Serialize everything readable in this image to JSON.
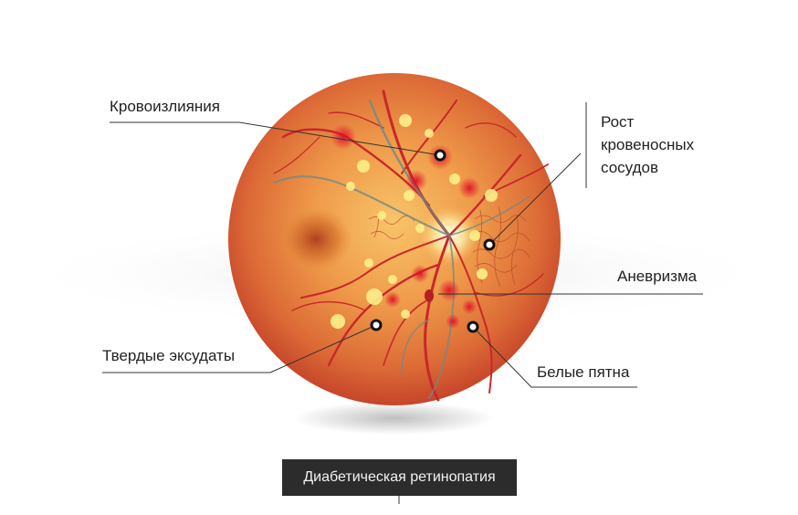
{
  "labels": {
    "hemorrhages": "Кровоизлияния",
    "vessel_growth_line1": "Рост",
    "vessel_growth_line2": "кровеносных",
    "vessel_growth_line3": "сосудов",
    "aneurysm": "Аневризма",
    "hard_exudates": "Твердые эксудаты",
    "white_spots": "Белые пятна"
  },
  "caption": "Диабетическая ретинопатия",
  "colors": {
    "retina_center": "#f6b35a",
    "retina_edge": "#c9442a",
    "vessel": "#c8282a",
    "marker": "#111111",
    "caption_bg": "#2c2c2c",
    "leader_line": "#333333"
  }
}
